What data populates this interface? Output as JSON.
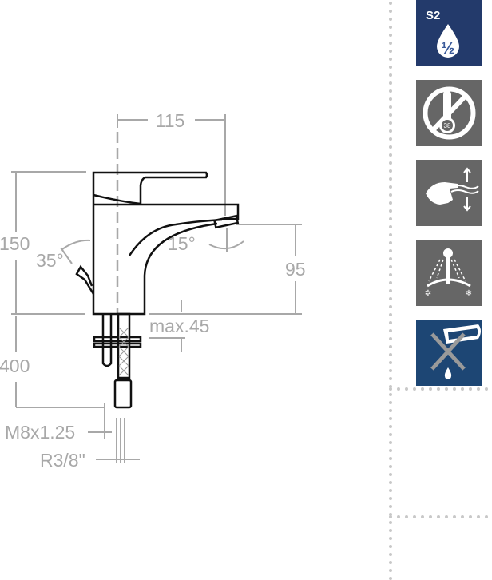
{
  "dimensions": {
    "width_115": "115",
    "height_150": "150",
    "spout_height_95": "95",
    "hose_length_400": "400",
    "max_thickness": "max.45",
    "lever_angle": "35°",
    "spout_angle": "15°",
    "rod_thread": "M8x1.25",
    "hose_thread": "R3/8\""
  },
  "icons": [
    {
      "name": "s2-half-flow-icon",
      "label": "S2",
      "fraction": "½",
      "color": "#233a6b"
    },
    {
      "name": "no-temperature-limit-icon",
      "label": "38",
      "color": "#666666"
    },
    {
      "name": "hand-flow-control-icon",
      "color": "#666666"
    },
    {
      "name": "hot-cold-mixer-icon",
      "color": "#666666"
    },
    {
      "name": "no-descaling-icon",
      "color": "#1d4674"
    }
  ]
}
